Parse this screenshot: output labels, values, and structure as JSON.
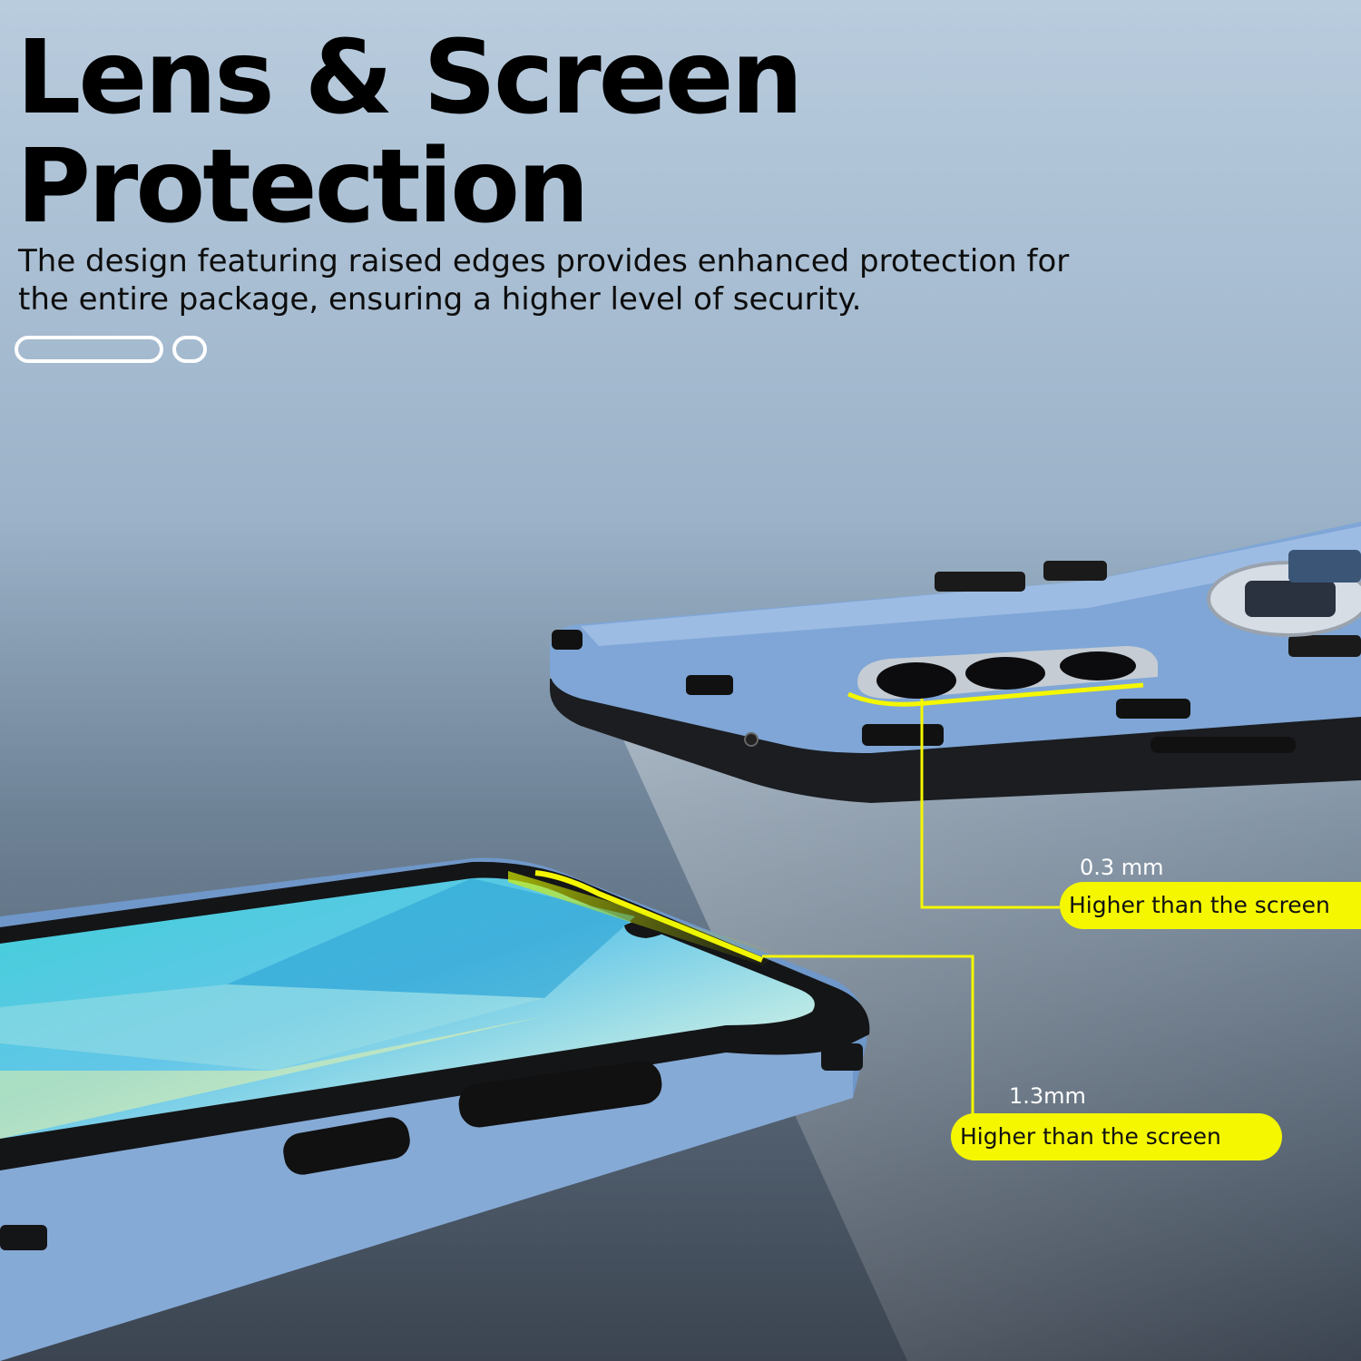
{
  "heading": {
    "line1": "Lens & Screen",
    "line2": "Protection"
  },
  "description": {
    "line1": "The design featuring raised edges provides enhanced protection for",
    "line2": "the entire package, ensuring a higher level of security."
  },
  "callouts": {
    "lens": {
      "measure": "0.3 mm",
      "label": "Higher than the screen"
    },
    "screen": {
      "measure": "1.3mm",
      "label": "Higher than the screen"
    }
  },
  "colors": {
    "highlight": "#f4f700",
    "case_blue": "#7fa6d6",
    "case_black": "#111111"
  }
}
